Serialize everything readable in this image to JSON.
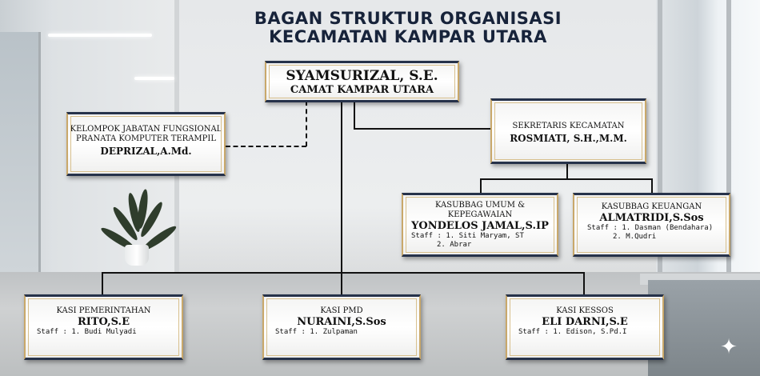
{
  "title": {
    "line1": "BAGAN STRUKTUR ORGANISASI",
    "line2": "KECAMATAN KAMPAR UTARA"
  },
  "camat": {
    "name": "SYAMSURIZAL, S.E.",
    "position": "CAMAT KAMPAR UTARA"
  },
  "fungsional": {
    "position_line1": "KELOMPOK JABATAN FUNGSIONAL",
    "position_line2": "PRANATA KOMPUTER TERAMPIL",
    "name": "DEPRIZAL,A.Md."
  },
  "sekretaris": {
    "position": "SEKRETARIS KECAMATAN",
    "name": "ROSMIATI, S.H.,M.M."
  },
  "umum": {
    "position_line1": "KASUBBAG UMUM &",
    "position_line2": "KEPEGAWAIAN",
    "name": "YONDELOS JAMAL,S.IP",
    "staff_line1": "Staff : 1. Siti Maryam, ST",
    "staff_line2": "2. Abrar"
  },
  "keuangan": {
    "position": "KASUBBAG KEUANGAN",
    "name": "ALMATRIDI,S.Sos",
    "staff_line1": "Staff : 1. Dasman (Bendahara)",
    "staff_line2": "2. M.Qudri"
  },
  "pemerintahan": {
    "position": "KASI PEMERINTAHAN",
    "name": "RITO,S.E",
    "staff_line1": "Staff : 1. Budi Mulyadi"
  },
  "pmd": {
    "position": "KASI PMD",
    "name": "NURAINI,S.Sos",
    "staff_line1": "Staff : 1. Zulpaman"
  },
  "kessos": {
    "position": "KASI KESSOS",
    "name": "ELI DARNI,S.E",
    "staff_line1": "Staff : 1. Edison, S.Pd.I"
  },
  "colors": {
    "navy": "#26324a",
    "gold": "#c9a86a",
    "title": "#17233a"
  },
  "icons": {
    "corner": "sparkle-icon"
  }
}
